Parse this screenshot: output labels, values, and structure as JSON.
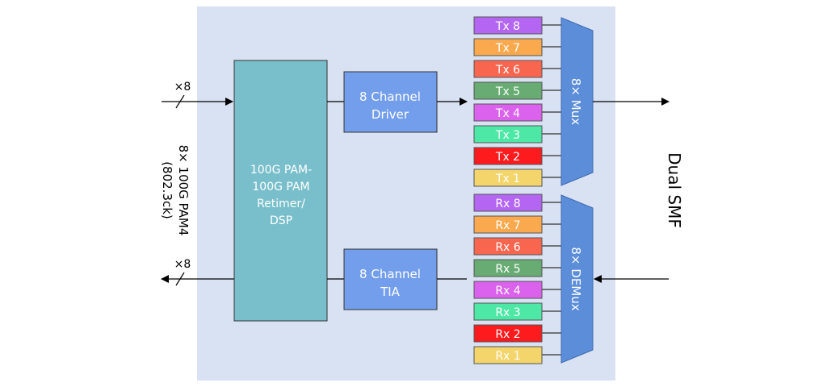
{
  "diagram": {
    "dsp_block": {
      "lines": [
        "100G PAM-",
        "100G PAM",
        "Retimer/",
        "DSP"
      ],
      "color": "#79BFCB"
    },
    "driver_block": {
      "lines": [
        "8 Channel",
        "Driver"
      ],
      "color": "#739EEB"
    },
    "tia_block": {
      "lines": [
        "8 Channel",
        "TIA"
      ],
      "color": "#739EEB"
    },
    "mux": {
      "label": "8× Mux",
      "color": "#5B8DD9"
    },
    "demux": {
      "label": "8× DEMux",
      "color": "#5B8DD9"
    },
    "input_bus_label": "×8",
    "output_bus_label": "×8",
    "host_side_label": [
      "8× 100G PAM4",
      "(802.3ck)"
    ],
    "fiber_label": "Dual SMF",
    "background_color": "#D9E2F3",
    "tx_lanes": [
      {
        "label": "Tx 8",
        "color": "#B466F2"
      },
      {
        "label": "Tx 7",
        "color": "#FBA94E"
      },
      {
        "label": "Tx 6",
        "color": "#F96650"
      },
      {
        "label": "Tx 5",
        "color": "#68AC74"
      },
      {
        "label": "Tx 4",
        "color": "#DB62EC"
      },
      {
        "label": "Tx 3",
        "color": "#4DE8A6"
      },
      {
        "label": "Tx 2",
        "color": "#FD1B1E"
      },
      {
        "label": "Tx 1",
        "color": "#F3D56B"
      }
    ],
    "rx_lanes": [
      {
        "label": "Rx 8",
        "color": "#B466F2"
      },
      {
        "label": "Rx 7",
        "color": "#FBA94E"
      },
      {
        "label": "Rx 6",
        "color": "#F96650"
      },
      {
        "label": "Rx 5",
        "color": "#68AC74"
      },
      {
        "label": "Rx 4",
        "color": "#DB62EC"
      },
      {
        "label": "Rx 3",
        "color": "#4DE8A6"
      },
      {
        "label": "Rx 2",
        "color": "#FD1B1E"
      },
      {
        "label": "Rx 1",
        "color": "#F3D56B"
      }
    ]
  }
}
